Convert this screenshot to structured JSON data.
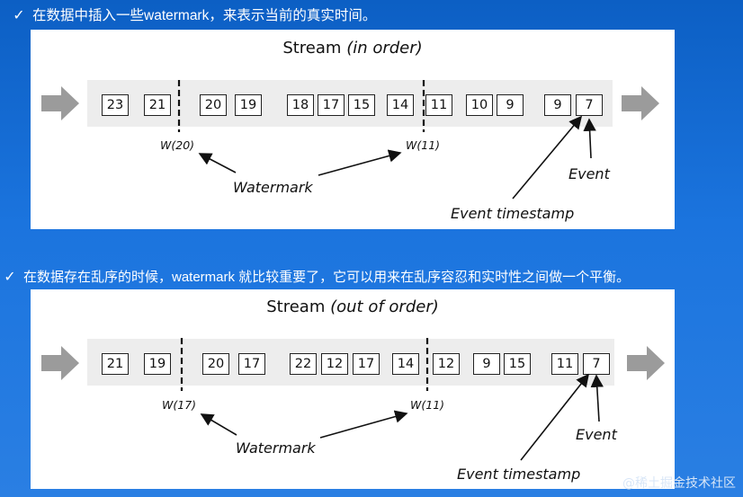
{
  "heading1": "在数据中插入一些watermark，来表示当前的真实时间。",
  "heading2": "在数据存在乱序的时候，watermark 就比较重要了，它可以用来在乱序容忍和实时性之间做一个平衡。",
  "check_icon": "✓",
  "panel1": {
    "title_main": "Stream",
    "title_sub": "(in order)",
    "boxes": [
      "23",
      "21",
      "20",
      "19",
      "18",
      "17",
      "15",
      "14",
      "11",
      "10",
      "9",
      "9",
      "7"
    ],
    "watermark_a": "W(20)",
    "watermark_b": "W(11)",
    "watermark_label": "Watermark",
    "event_label": "Event",
    "timestamp_label": "Event timestamp"
  },
  "panel2": {
    "title_main": "Stream",
    "title_sub": "(out of order)",
    "boxes": [
      "21",
      "19",
      "20",
      "17",
      "22",
      "12",
      "17",
      "14",
      "12",
      "9",
      "15",
      "11",
      "7"
    ],
    "watermark_a": "W(17)",
    "watermark_b": "W(11)",
    "watermark_label": "Watermark",
    "event_label": "Event",
    "timestamp_label": "Event timestamp"
  },
  "site_mark": "@稀土掘金技术社区"
}
